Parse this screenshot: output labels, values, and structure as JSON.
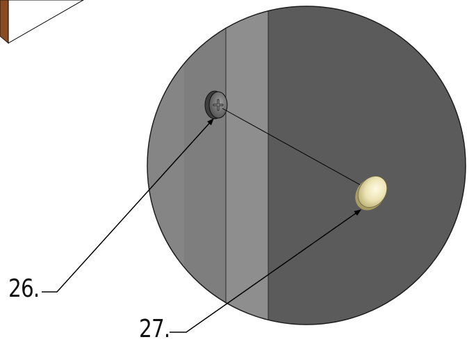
{
  "callouts": [
    {
      "number": "26.",
      "part": "screw"
    },
    {
      "number": "27.",
      "part": "cap"
    }
  ],
  "colors": {
    "disc_left": "#808080",
    "disc_strip": "#8c8c8c",
    "disc_right": "#5a5a5a",
    "disc_edge": "#222222",
    "panel_brown": "#8a4a22",
    "screw": "#6a6a6a",
    "cap": "#ece3b4",
    "leader": "#000000"
  }
}
